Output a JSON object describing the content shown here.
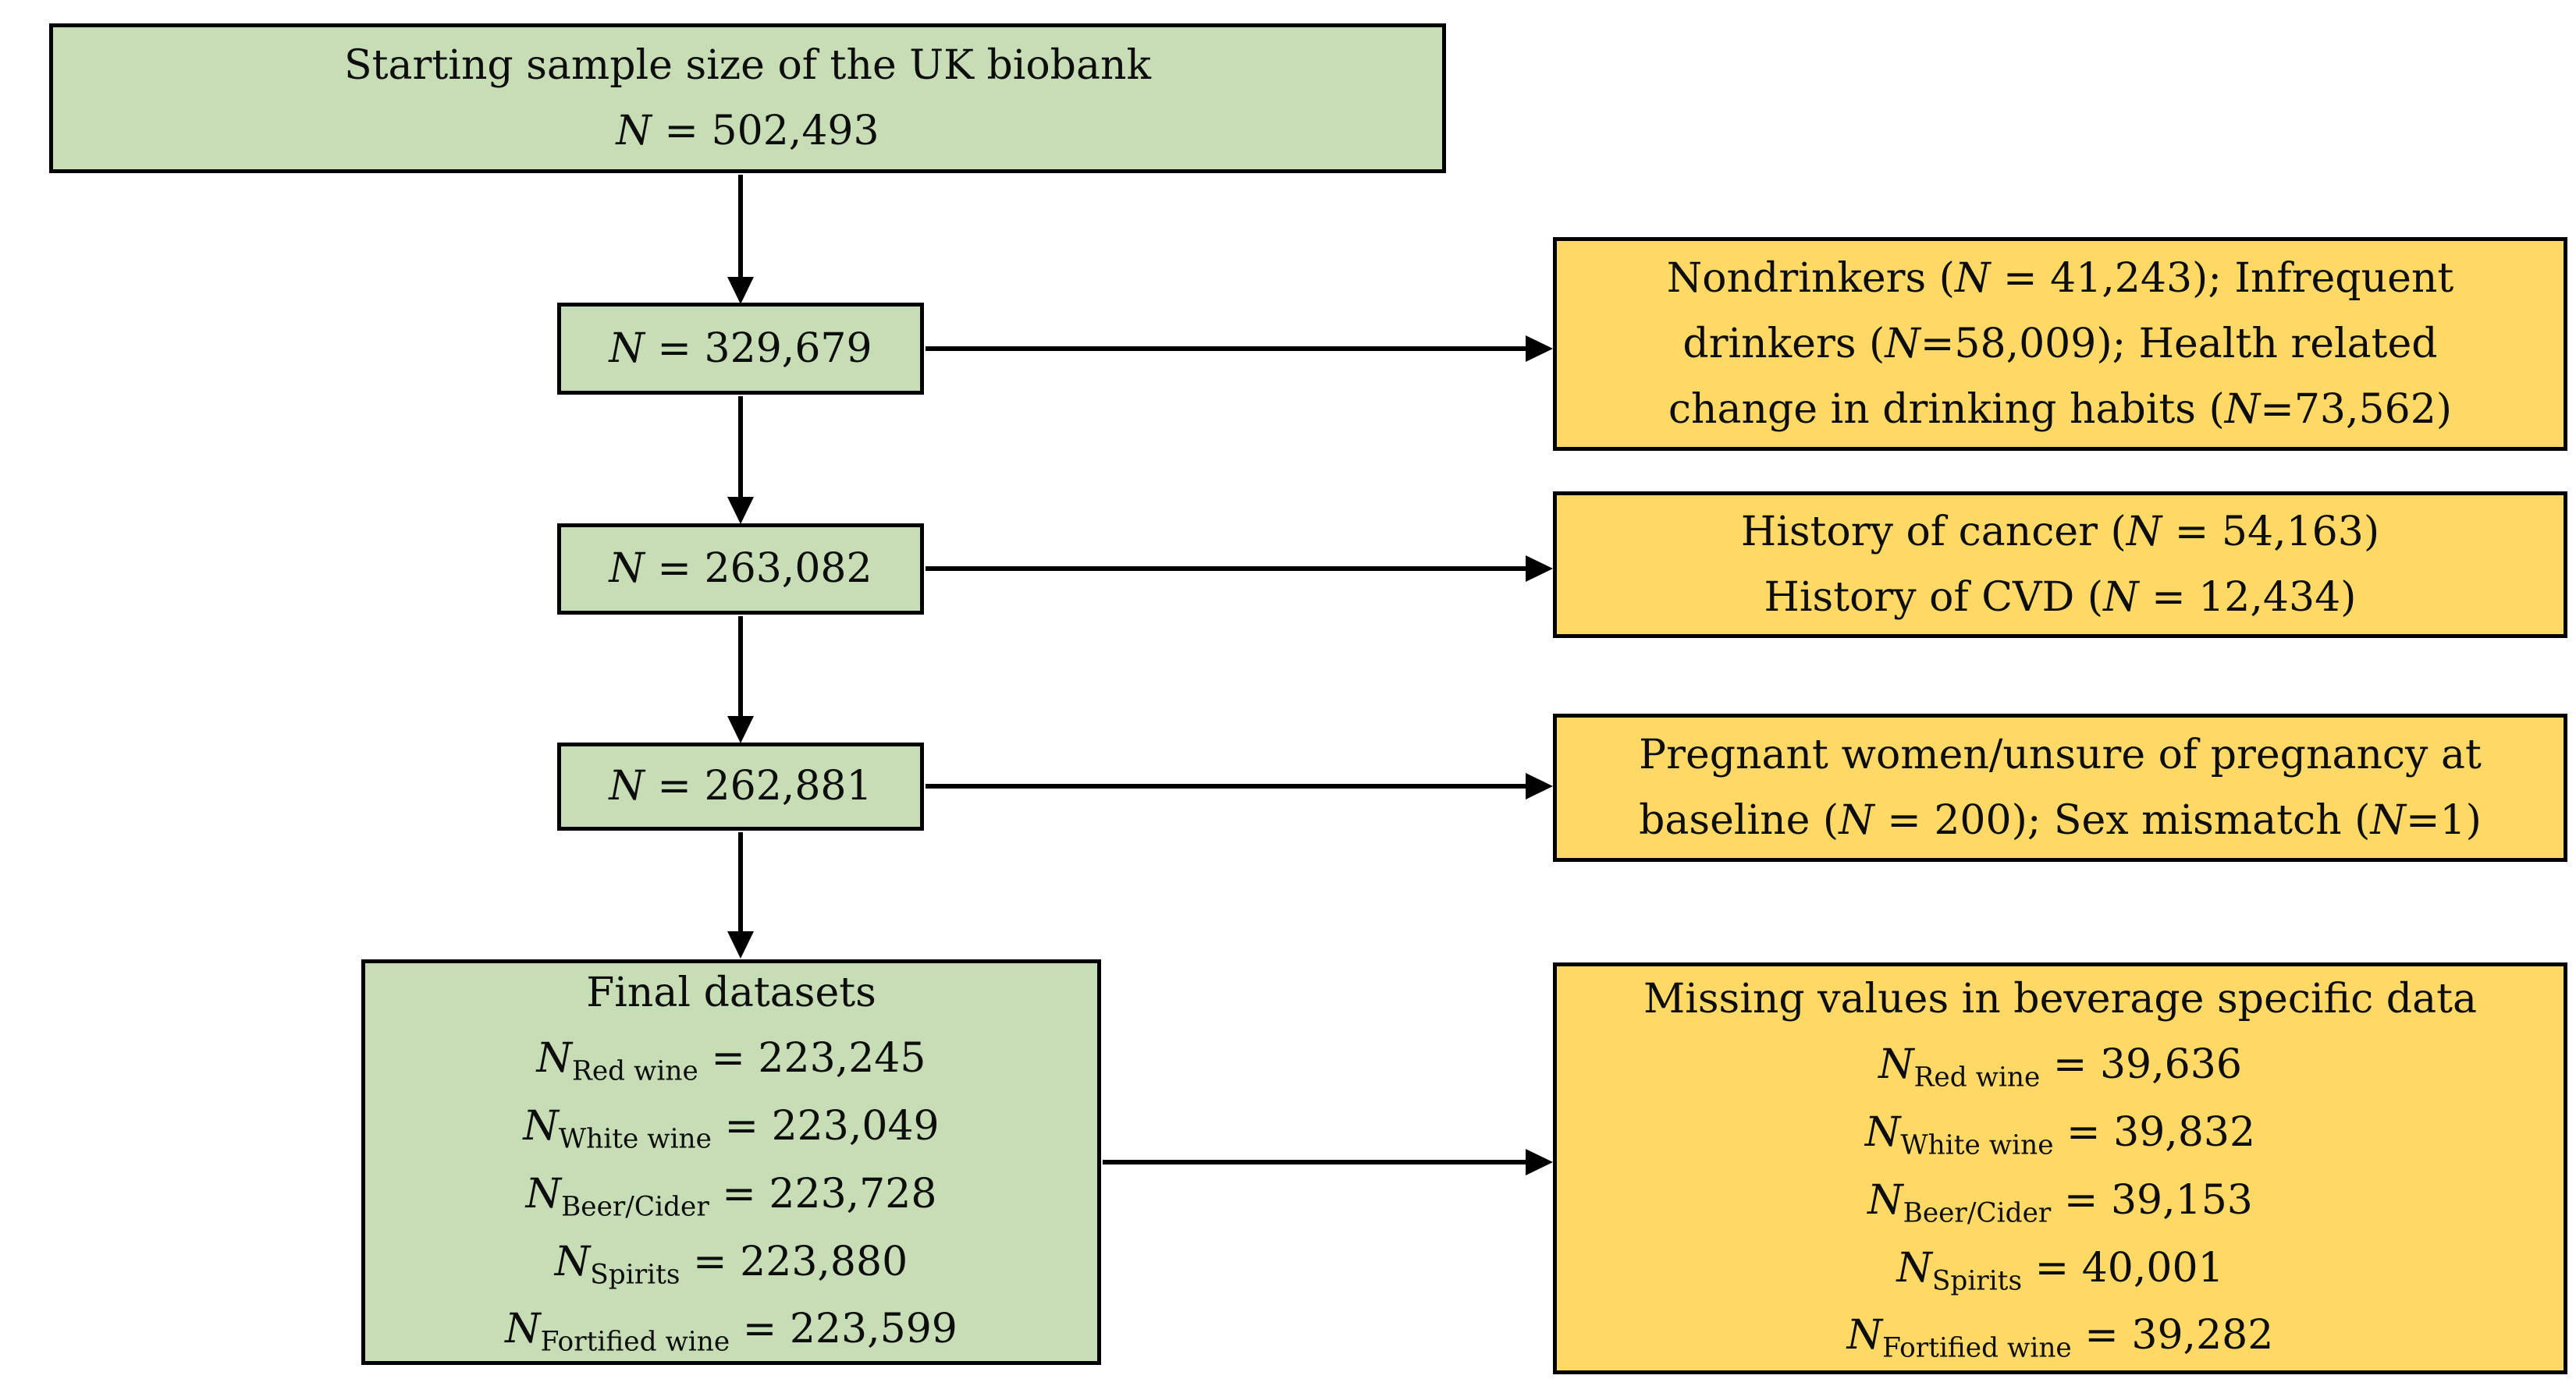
{
  "diagram_title": "UK Biobank participant selection flowchart",
  "colors": {
    "sample_box_fill": "#c7ddb5",
    "exclusion_box_fill": "#ffd966",
    "border": "#000000",
    "arrow": "#000000",
    "background": "#ffffff"
  },
  "boxes": {
    "start": {
      "role": "starting-sample",
      "lines": [
        [
          {
            "t": "Starting sample size of the UK biobank",
            "s": ""
          }
        ],
        [
          {
            "t": "N",
            "s": "i"
          },
          {
            "t": " = 502,493",
            "s": ""
          }
        ]
      ]
    },
    "n1": {
      "role": "sample-after-drinking-exclusions",
      "lines": [
        [
          {
            "t": "N",
            "s": "i"
          },
          {
            "t": " = 329,679",
            "s": ""
          }
        ]
      ]
    },
    "excl1": {
      "role": "exclusion-drinking-status",
      "lines": [
        [
          {
            "t": "Nondrinkers (",
            "s": ""
          },
          {
            "t": "N",
            "s": "i"
          },
          {
            "t": " = 41,243); Infrequent",
            "s": ""
          }
        ],
        [
          {
            "t": "drinkers (",
            "s": ""
          },
          {
            "t": "N",
            "s": "i"
          },
          {
            "t": "=58,009); Health related",
            "s": ""
          }
        ],
        [
          {
            "t": "change in drinking habits (",
            "s": ""
          },
          {
            "t": "N",
            "s": "i"
          },
          {
            "t": "=73,562)",
            "s": ""
          }
        ]
      ]
    },
    "n2": {
      "role": "sample-after-disease-exclusions",
      "lines": [
        [
          {
            "t": "N",
            "s": "i"
          },
          {
            "t": " = 263,082",
            "s": ""
          }
        ]
      ]
    },
    "excl2": {
      "role": "exclusion-disease-history",
      "lines": [
        [
          {
            "t": "History of cancer (",
            "s": ""
          },
          {
            "t": "N",
            "s": "i"
          },
          {
            "t": " = 54,163)",
            "s": ""
          }
        ],
        [
          {
            "t": "History of CVD (",
            "s": ""
          },
          {
            "t": "N",
            "s": "i"
          },
          {
            "t": " = 12,434)",
            "s": ""
          }
        ]
      ]
    },
    "n3": {
      "role": "sample-after-pregnancy-exclusions",
      "lines": [
        [
          {
            "t": "N",
            "s": "i"
          },
          {
            "t": " = 262,881",
            "s": ""
          }
        ]
      ]
    },
    "excl3": {
      "role": "exclusion-pregnancy-sex-mismatch",
      "lines": [
        [
          {
            "t": "Pregnant women/unsure of pregnancy at",
            "s": ""
          }
        ],
        [
          {
            "t": "baseline (",
            "s": ""
          },
          {
            "t": "N",
            "s": "i"
          },
          {
            "t": " = 200); Sex mismatch (",
            "s": ""
          },
          {
            "t": "N",
            "s": "i"
          },
          {
            "t": "=1)",
            "s": ""
          }
        ]
      ]
    },
    "final": {
      "role": "final-datasets",
      "lines": [
        [
          {
            "t": "Final datasets",
            "s": ""
          }
        ],
        [
          {
            "t": "N",
            "s": "i"
          },
          {
            "t": "Red wine",
            "s": "sub"
          },
          {
            "t": " = 223,245",
            "s": ""
          }
        ],
        [
          {
            "t": "N",
            "s": "i"
          },
          {
            "t": "White wine",
            "s": "sub"
          },
          {
            "t": " = 223,049",
            "s": ""
          }
        ],
        [
          {
            "t": "N",
            "s": "i"
          },
          {
            "t": "Beer/Cider",
            "s": "sub"
          },
          {
            "t": " = 223,728",
            "s": ""
          }
        ],
        [
          {
            "t": "N",
            "s": "i"
          },
          {
            "t": "Spirits",
            "s": "sub"
          },
          {
            "t": " = 223,880",
            "s": ""
          }
        ],
        [
          {
            "t": "N",
            "s": "i"
          },
          {
            "t": "Fortified wine",
            "s": "sub"
          },
          {
            "t": " = 223,599",
            "s": ""
          }
        ]
      ]
    },
    "excl4": {
      "role": "exclusion-missing-beverage-data",
      "lines": [
        [
          {
            "t": "Missing values in beverage specific data",
            "s": ""
          }
        ],
        [
          {
            "t": "N",
            "s": "i"
          },
          {
            "t": "Red wine",
            "s": "sub"
          },
          {
            "t": " = 39,636",
            "s": ""
          }
        ],
        [
          {
            "t": "N",
            "s": "i"
          },
          {
            "t": "White wine",
            "s": "sub"
          },
          {
            "t": " = 39,832",
            "s": ""
          }
        ],
        [
          {
            "t": "N",
            "s": "i"
          },
          {
            "t": "Beer/Cider",
            "s": "sub"
          },
          {
            "t": " = 39,153",
            "s": ""
          }
        ],
        [
          {
            "t": "N",
            "s": "i"
          },
          {
            "t": "Spirits",
            "s": "sub"
          },
          {
            "t": " = 40,001",
            "s": ""
          }
        ],
        [
          {
            "t": "N",
            "s": "i"
          },
          {
            "t": "Fortified wine",
            "s": "sub"
          },
          {
            "t": " = 39,282",
            "s": ""
          }
        ]
      ]
    }
  },
  "flow": [
    {
      "from": "start",
      "to": "n1",
      "type": "down"
    },
    {
      "from": "n1",
      "to": "excl1",
      "type": "right"
    },
    {
      "from": "n1",
      "to": "n2",
      "type": "down"
    },
    {
      "from": "n2",
      "to": "excl2",
      "type": "right"
    },
    {
      "from": "n2",
      "to": "n3",
      "type": "down"
    },
    {
      "from": "n3",
      "to": "excl3",
      "type": "right"
    },
    {
      "from": "n3",
      "to": "final",
      "type": "down"
    },
    {
      "from": "final",
      "to": "excl4",
      "type": "right"
    }
  ]
}
